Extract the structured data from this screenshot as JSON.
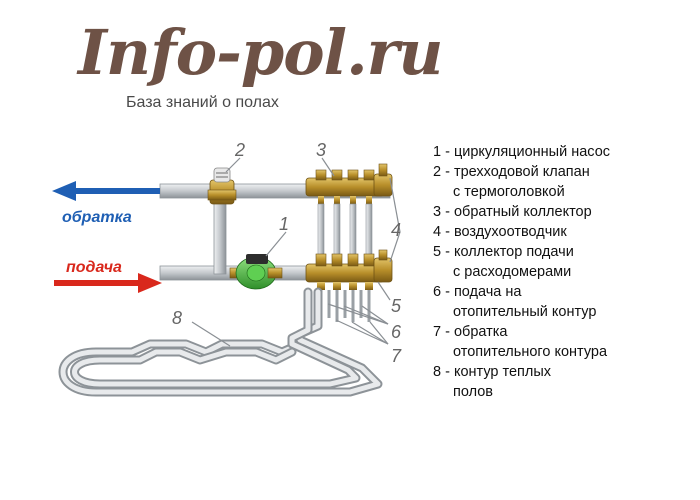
{
  "logo": {
    "text": "Info-pol.ru",
    "subtitle": "База знаний о полах"
  },
  "flows": {
    "return_label": "обратка",
    "supply_label": "подача"
  },
  "callouts": [
    "1",
    "2",
    "3",
    "4",
    "5",
    "6",
    "7",
    "8"
  ],
  "legend": [
    {
      "line1": "1 - циркуляционный насос",
      "line2": ""
    },
    {
      "line1": "2 - трехходовой клапан",
      "line2": "с термоголовкой"
    },
    {
      "line1": "3 - обратный коллектор",
      "line2": ""
    },
    {
      "line1": "4 - воздухоотводчик",
      "line2": ""
    },
    {
      "line1": "5 - коллектор подачи",
      "line2": "с расходомерами"
    },
    {
      "line1": "6 - подача на",
      "line2": "отопительный контур"
    },
    {
      "line1": "7 - обратка",
      "line2": "отопительного контура"
    },
    {
      "line1": "8 - контур теплых",
      "line2": "полов"
    }
  ],
  "colors": {
    "pipe": "#c4c8cc",
    "pipe_edge": "#8d9398",
    "brass": "#b88f2a",
    "pump": "#3fae3a",
    "return_arrow": "#1f5fb4",
    "supply_arrow": "#d9281c",
    "logo": "#6e5246"
  }
}
